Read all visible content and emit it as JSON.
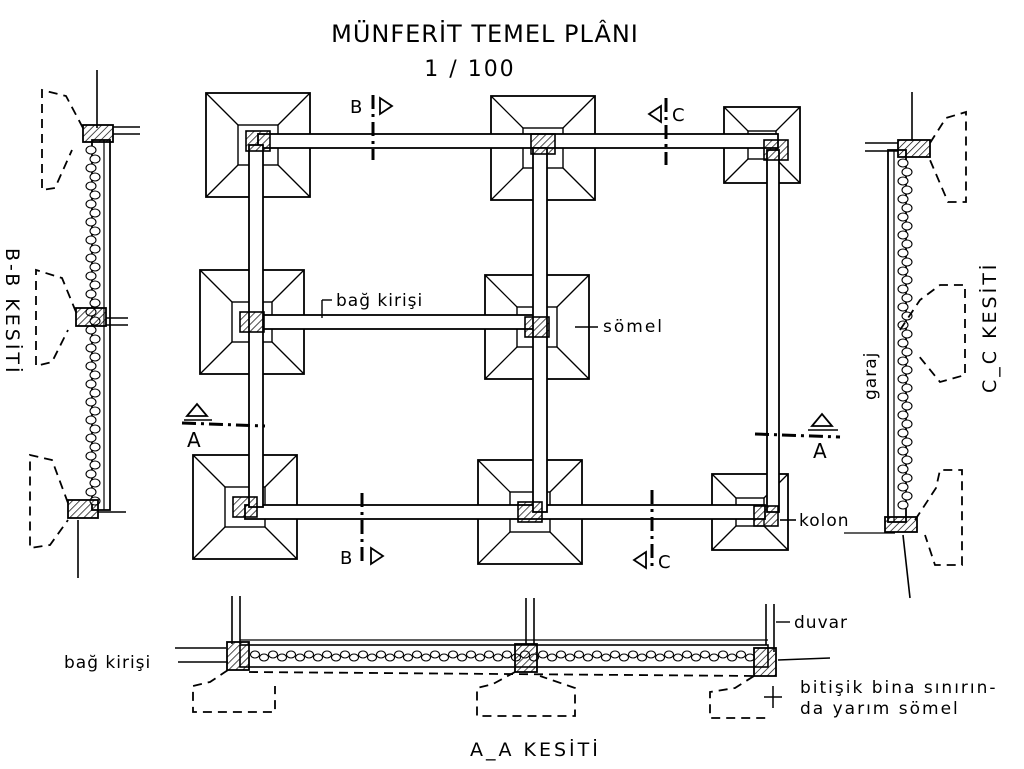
{
  "title": "MÜNFERİT TEMEL PLÂNI",
  "scale": "1 / 100",
  "labels": {
    "bag_kirisi": "bağ kirişi",
    "somel": "sömel",
    "kolon": "kolon",
    "duvar": "duvar",
    "garaj": "garaj",
    "note_line1": "bitişik bina sınırın-",
    "note_line2": "da yarım sömel",
    "bag_kirisi_section": "bağ kirişi"
  },
  "section_marks": {
    "b_top": "B",
    "b_bottom": "B",
    "c_top": "C",
    "c_bottom": "C",
    "a_left": "A",
    "a_right": "A"
  },
  "section_titles": {
    "aa": "A_A KESİTİ",
    "bb": "B-B KESİTİ",
    "cc": "C_C KESİTİ"
  }
}
